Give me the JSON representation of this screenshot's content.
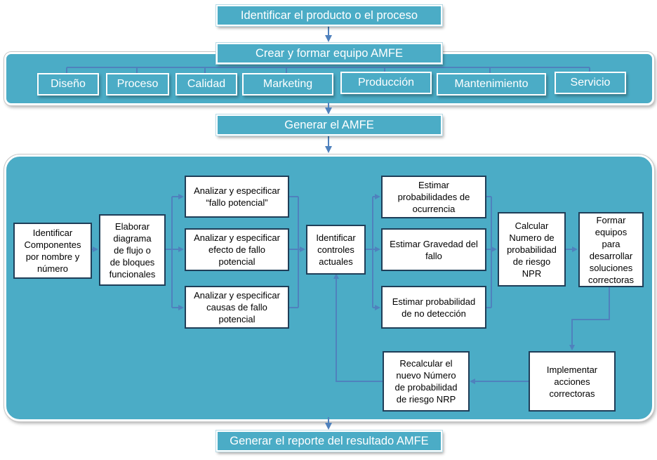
{
  "top_steps": {
    "identify": "Identificar el producto o el proceso",
    "team": "Crear y formar equipo AMFE",
    "generate": "Generar el AMFE",
    "report": "Generar el reporte del resultado AMFE"
  },
  "team_roles": [
    "Diseño",
    "Proceso",
    "Calidad",
    "Marketing",
    "Producción",
    "Mantenimiento",
    "Servicio"
  ],
  "process": {
    "identify_components": "Identificar\nComponentes\npor nombre y\nnúmero",
    "flow_diagram": "Elaborar\ndiagrama\nde flujo o\nde bloques\nfuncionales",
    "failure_mode": "Analizar y especificar\n“fallo potencial”",
    "failure_effect": "Analizar y especificar\nefecto de fallo\npotencial",
    "failure_causes": "Analizar y especificar\ncausas de fallo\npotencial",
    "controls": "Identificar\ncontroles\nactuales",
    "occurrence": "Estimar\nprobabilidades de\nocurrencia",
    "severity": "Estimar Gravedad del\nfallo",
    "detection": "Estimar probabilidad\nde no detección",
    "npr": "Calcular\nNumero de\nprobabilidad\nde riesgo\nNPR",
    "teams": "Formar\nequipos\npara\ndesarrollar\nsoluciones\ncorrectoras",
    "implement": "Implementar\nacciones\ncorrectoras",
    "recalc": "Recalcular el\nnuevo Número\nde probabilidad\nde riesgo NRP"
  },
  "colors": {
    "panel": "#4bacc6",
    "connector": "#4f81bd",
    "box_border": "#1f3e58"
  }
}
